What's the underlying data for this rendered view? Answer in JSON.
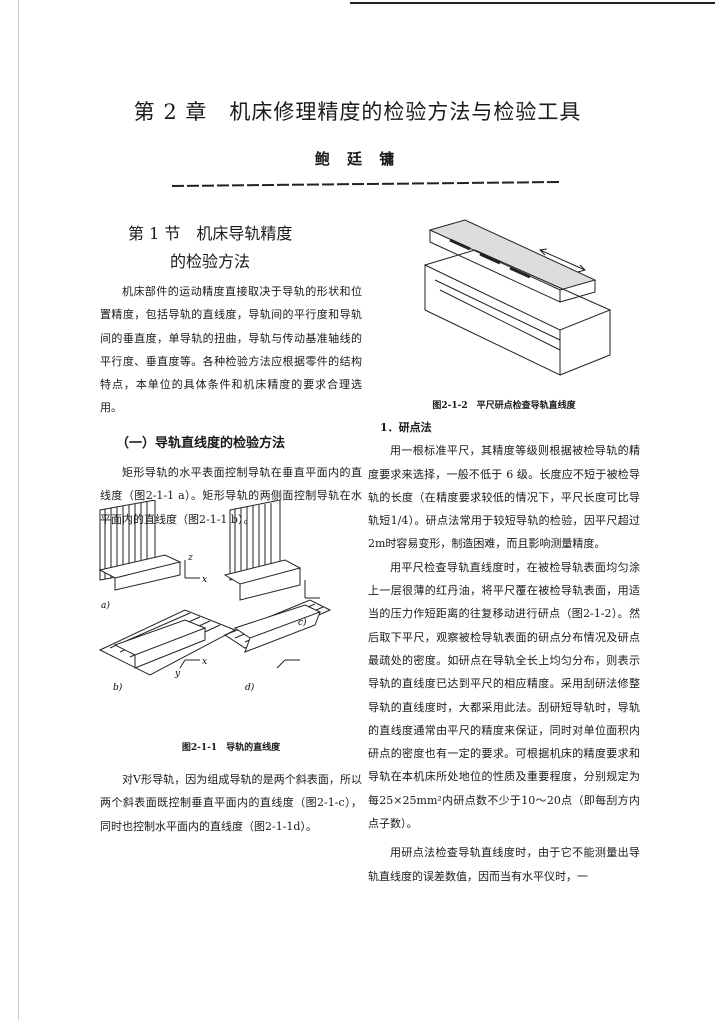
{
  "header": {
    "chapter_title": "第 2 章　机床修理精度的检验方法与检验工具",
    "author": "鲍 廷 镛"
  },
  "section": {
    "title_line1": "第 1 节　机床导轨精度",
    "title_line2": "的检验方法"
  },
  "left": {
    "intro": "机床部件的运动精度直接取决于导轨的形状和位置精度，包括导轨的直线度，导轨间的平行度和导轨间的垂直度，单导轨的扭曲，导轨与传动基准轴线的平行度、垂直度等。各种检验方法应根据零件的结构特点，本单位的具体条件和机床精度的要求合理选用。",
    "subheading": "（一）导轨直线度的检验方法",
    "para1": "矩形导轨的水平表面控制导轨在垂直平面内的直线度（图2-1-1 a）。矩形导轨的两侧面控制导轨在水平面内的直线度（图2-1-1 b）。",
    "figure1": {
      "labels": {
        "a": "a)",
        "b": "b)",
        "c": "c)",
        "d": "d)",
        "z": "z",
        "x": "x",
        "y": "y"
      },
      "caption": "图2-1-1　导轨的直线度"
    },
    "para2": "对V形导轨，因为组成导轨的是两个斜表面，所以两个斜表面既控制垂直平面内的直线度（图2-1-c），同时也控制水平面内的直线度（图2-1-1d）。"
  },
  "right": {
    "figure2": {
      "caption": "图2-1-2　平尺研点检查导轨直线度"
    },
    "heading": "1．研点法",
    "para1": "用一根标准平尺，其精度等级则根据被检导轨的精度要求来选择，一般不低于 6 级。长度应不短于被检导轨的长度（在精度要求较低的情况下，平尺长度可比导轨短1/4）。研点法常用于较短导轨的检验，因平尺超过2m时容易变形，制造困难，而且影响测量精度。",
    "para2": "用平尺检查导轨直线度时，在被检导轨表面均匀涂上一层很薄的红丹油，将平尺覆在被检导轨表面，用适当的压力作短距离的往复移动进行研点（图2-1-2）。然后取下平尺，观察被检导轨表面的研点分布情况及研点最疏处的密度。如研点在导轨全长上均匀分布，则表示导轨的直线度已达到平尺的相应精度。采用刮研法修整导轨的直线度时，大都采用此法。刮研短导轨时，导轨的直线度通常由平尺的精度来保证，同时对单位面积内研点的密度也有一定的要求。可根据机床的精度要求和导轨在本机床所处地位的性质及重要程度，分别规定为每25×25mm²内研点数不少于10～20点（即每刮方内点子数）。",
    "para3": "用研点法检查导轨直线度时，由于它不能测量出导轨直线度的误差数值，因而当有水平仪时，一"
  }
}
